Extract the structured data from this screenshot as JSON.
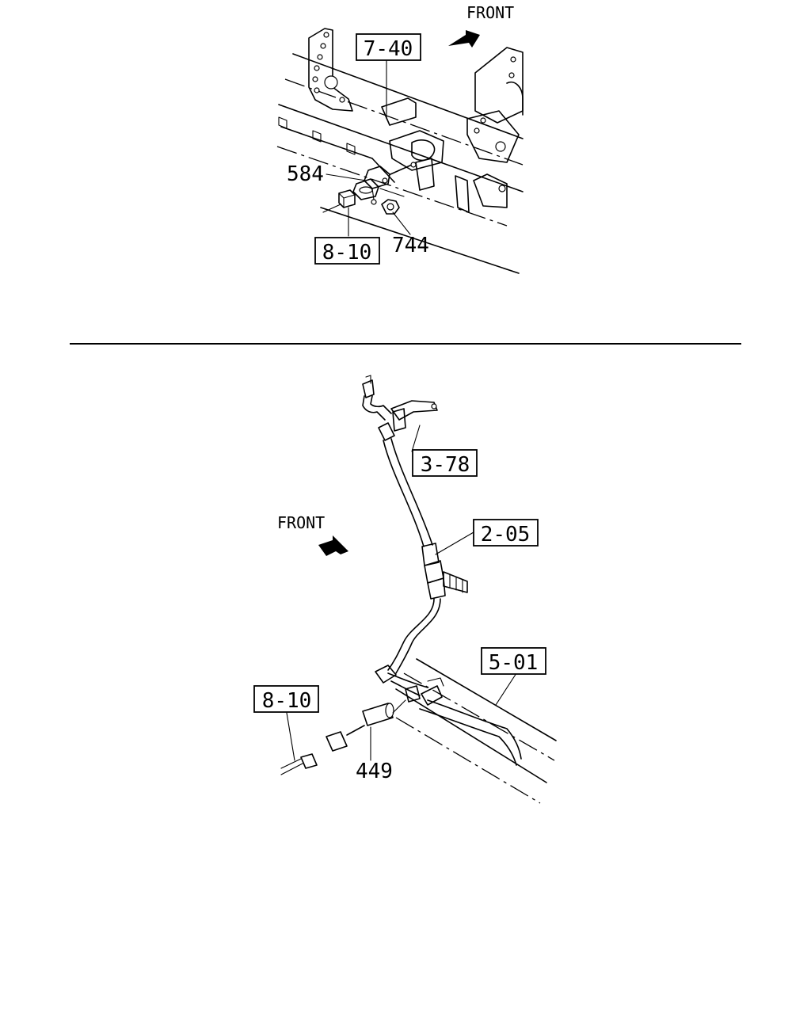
{
  "top_view": {
    "front_label": "FRONT",
    "ref_boxes": [
      "7-40",
      "8-10"
    ],
    "part_numbers": [
      "584",
      "744"
    ]
  },
  "bottom_view": {
    "front_label": "FRONT",
    "ref_boxes": [
      "3-78",
      "2-05",
      "5-01",
      "8-10"
    ],
    "part_numbers": [
      "449"
    ]
  }
}
